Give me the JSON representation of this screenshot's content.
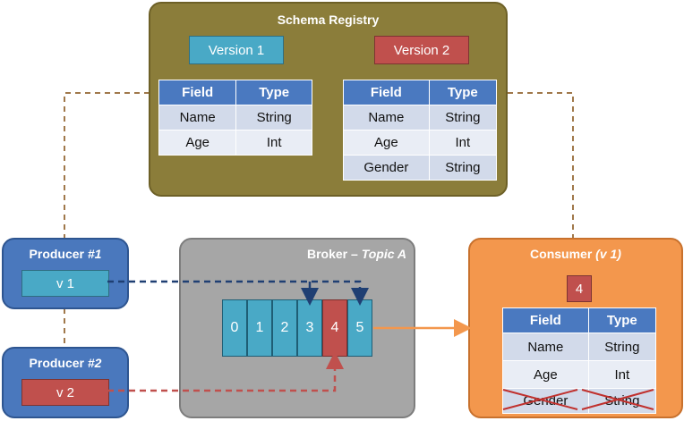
{
  "registry": {
    "title": "Schema Registry",
    "v1_label": "Version 1",
    "v2_label": "Version 2",
    "v1_table": {
      "headers": [
        "Field",
        "Type"
      ],
      "rows": [
        [
          "Name",
          "String"
        ],
        [
          "Age",
          "Int"
        ]
      ]
    },
    "v2_table": {
      "headers": [
        "Field",
        "Type"
      ],
      "rows": [
        [
          "Name",
          "String"
        ],
        [
          "Age",
          "Int"
        ],
        [
          "Gender",
          "String"
        ]
      ]
    }
  },
  "producer1": {
    "title_main": "Producer ",
    "title_em": "#1",
    "version": "v 1"
  },
  "producer2": {
    "title_main": "Producer ",
    "title_em": "#2",
    "version": "v 2"
  },
  "broker": {
    "title_main": "Broker – ",
    "title_em": "Topic A",
    "cells": [
      "0",
      "1",
      "2",
      "3",
      "4",
      "5"
    ]
  },
  "consumer": {
    "title_main": "Consumer ",
    "title_em": "(v 1)",
    "message": "4",
    "table": {
      "headers": [
        "Field",
        "Type"
      ],
      "rows": [
        [
          "Name",
          "String"
        ],
        [
          "Age",
          "Int"
        ],
        [
          "Gender",
          "String"
        ]
      ]
    }
  },
  "colors": {
    "registry": "#8b7d3a",
    "producer": "#4a78bd",
    "broker": "#a6a6a6",
    "consumer": "#f3974d",
    "v1": "#49a9c6",
    "v2": "#c0504d",
    "table_header": "#4a79c0"
  }
}
